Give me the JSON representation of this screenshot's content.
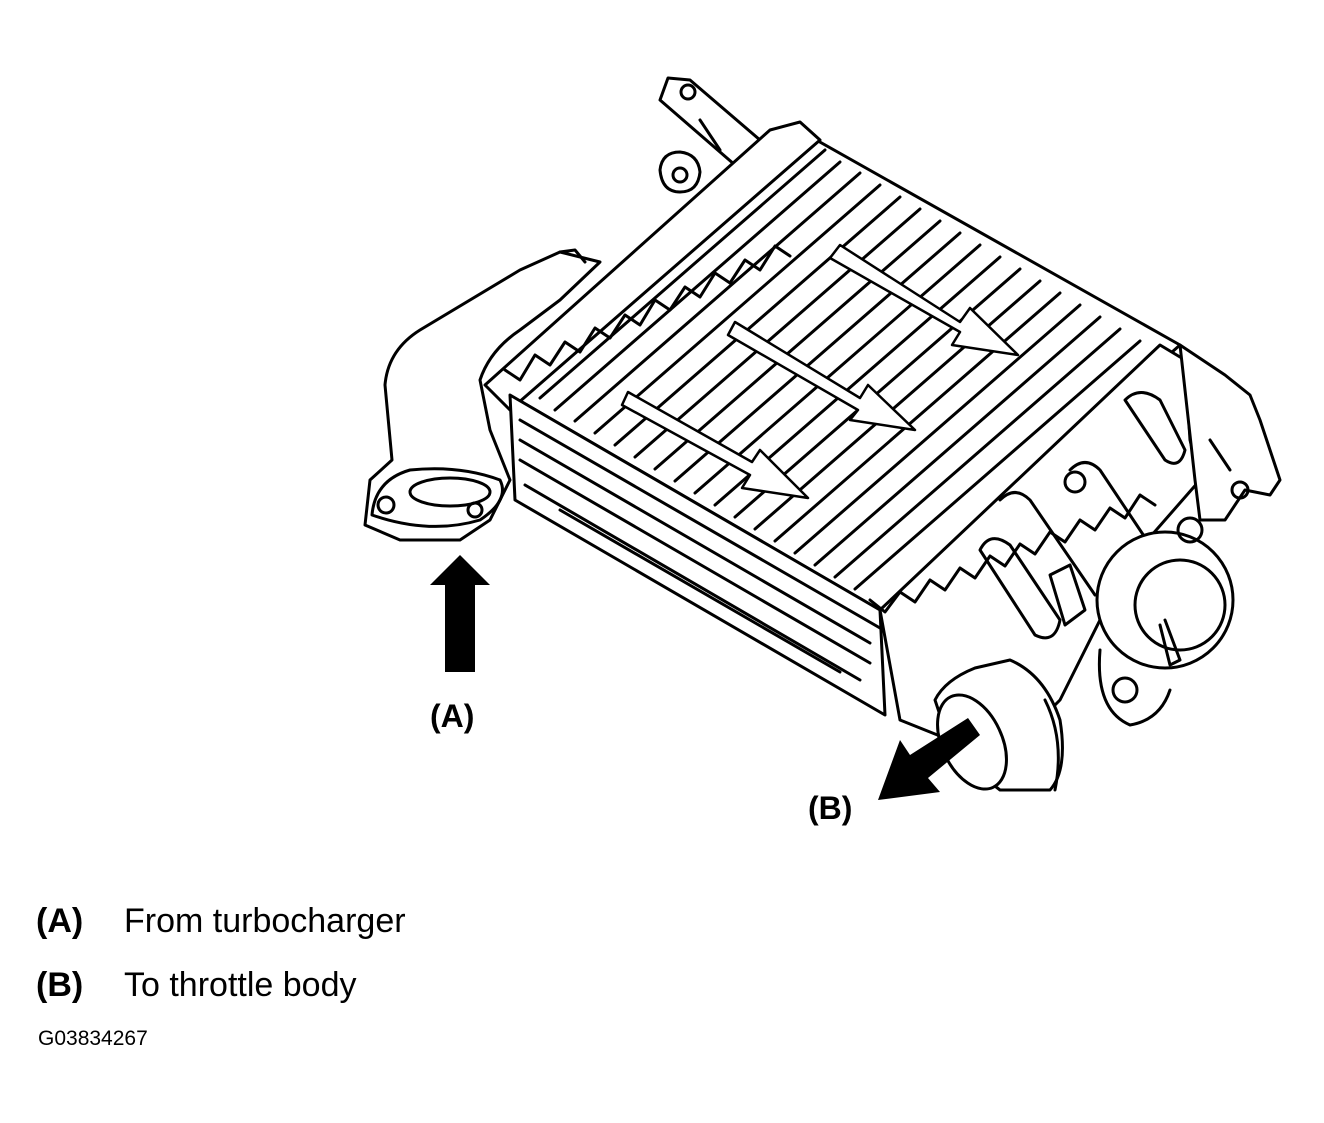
{
  "diagram": {
    "callouts": {
      "a": "(A)",
      "b": "(B)"
    }
  },
  "legend": [
    {
      "key": "(A)",
      "text": "From turbocharger"
    },
    {
      "key": "(B)",
      "text": "To throttle body"
    }
  ],
  "figure_id": "G03834267"
}
